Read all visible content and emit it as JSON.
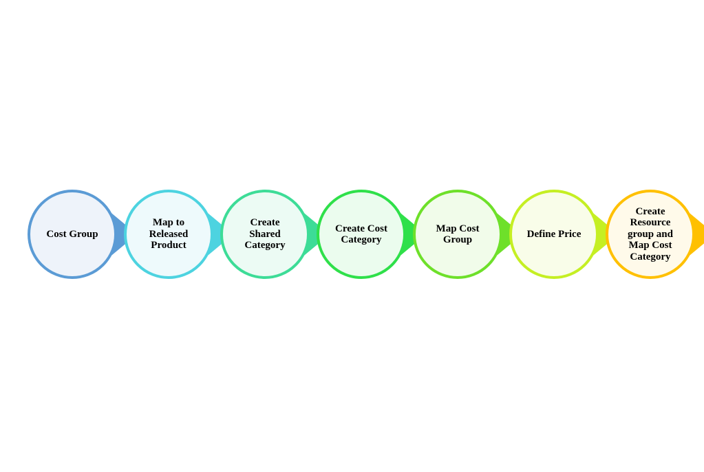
{
  "diagram": {
    "type": "process-chevron-circles",
    "steps": [
      {
        "label": "Cost Group",
        "color": "#5b9bd5",
        "fill": "#eef3fa"
      },
      {
        "label": "Map to\nReleased\nProduct",
        "color": "#4dd3e0",
        "fill": "#eefafc"
      },
      {
        "label": "Create\nShared\nCategory",
        "color": "#3ddc97",
        "fill": "#ecfbf4"
      },
      {
        "label": "Create Cost\nCategory",
        "color": "#2fe04a",
        "fill": "#ebfcee"
      },
      {
        "label": "Map Cost\nGroup",
        "color": "#6ee02a",
        "fill": "#f1fcea"
      },
      {
        "label": "Define Price",
        "color": "#c5ef23",
        "fill": "#f9fde9"
      },
      {
        "label": "Create\nResource\ngroup and\nMap Cost\nCategory",
        "color": "#ffc000",
        "fill": "#fffaea"
      }
    ]
  }
}
